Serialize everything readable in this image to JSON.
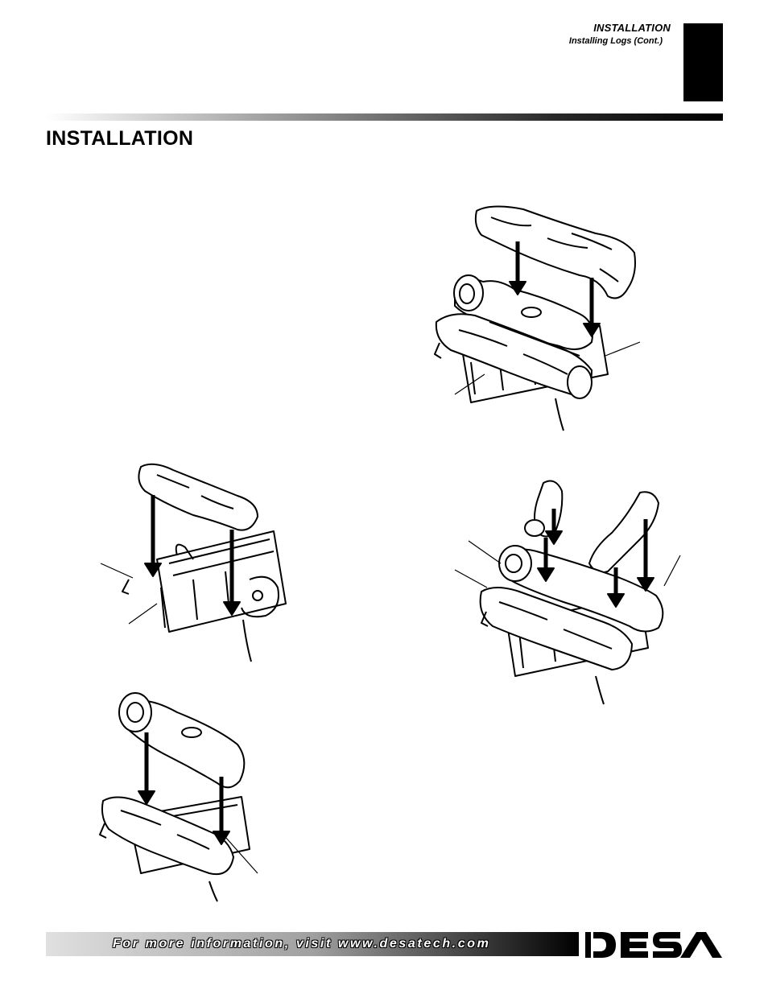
{
  "header": {
    "section": "INSTALLATION",
    "subsection": "Installing Logs (Cont.)"
  },
  "page_title": "INSTALLATION",
  "footer": {
    "text": "For more information, visit www.desatech.com"
  },
  "brand": {
    "logo_name": "DESA",
    "accent": "#000000"
  }
}
